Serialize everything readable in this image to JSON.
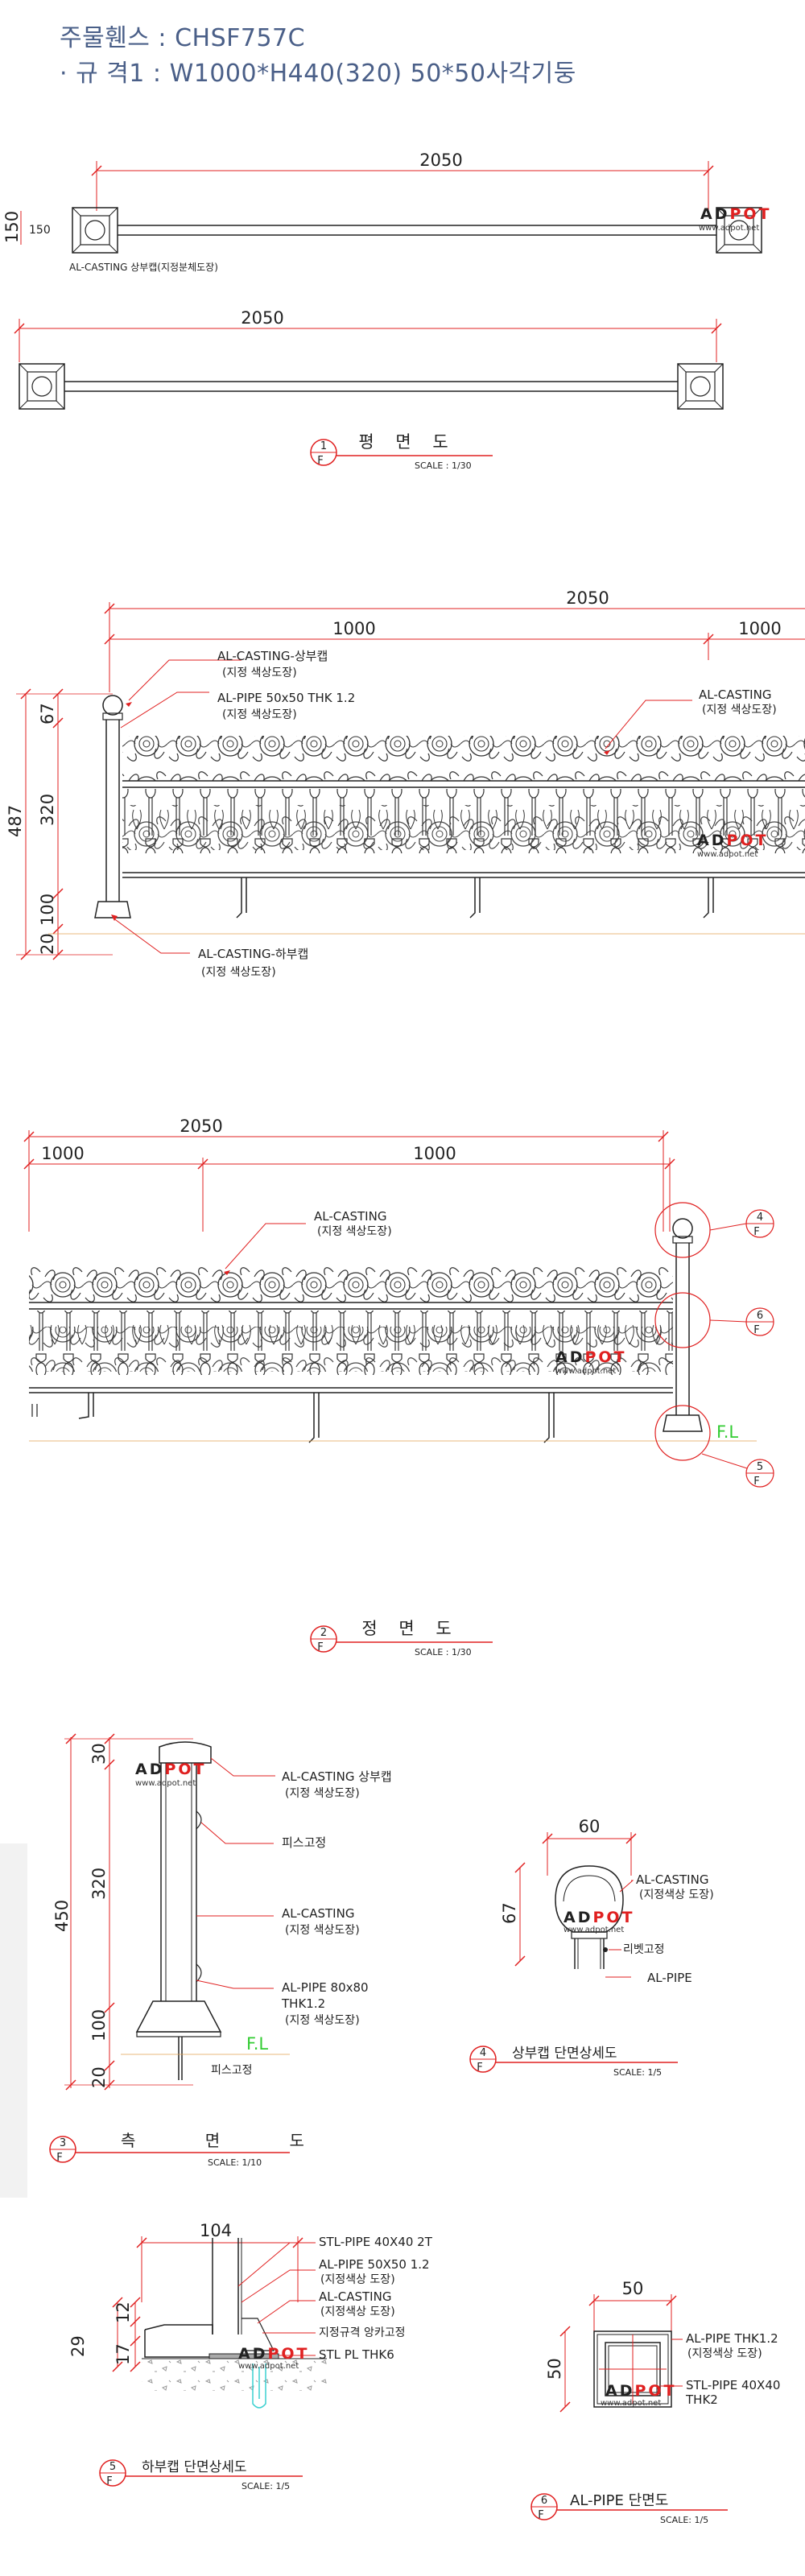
{
  "header": {
    "line1": "주물휀스 : CHSF757C",
    "line2": "· 규 격1 : W1000*H440(320) 50*50사각기둥"
  },
  "watermark": {
    "logo_a": "AD",
    "logo_b": "POT",
    "site": "www.adpot.net"
  },
  "plan": {
    "dim_top": "2050",
    "dim_side": "150",
    "dim_side2": "150",
    "dim_bottom": "2050",
    "callout_text": "AL-CASTING 상부캡(지정분체도장)",
    "title": "평 면 도",
    "tag_num": "1",
    "tag_f": "F",
    "scale": "SCALE : 1/30"
  },
  "elev1": {
    "dim_total": "2050",
    "dim_span": "1000",
    "dim_span2": "1000",
    "dim_height": "487",
    "dim_67": "67",
    "dim_320": "320",
    "dim_100": "100",
    "dim_20": "20",
    "c1": "AL-CASTING-상부캡",
    "c1s": "(지정 색상도장)",
    "c2": "AL-PIPE 50x50 THK 1.2",
    "c2s": "(지정 색상도장)",
    "c3": "AL-CASTING",
    "c3s": "(지정 색상도장)",
    "c4": "AL-CASTING-하부캡",
    "c4s": "(지정 색상도장)"
  },
  "elev2": {
    "dim_total": "2050",
    "dim_span": "1000",
    "dim_span2": "1000",
    "c1": "AL-CASTING",
    "c1s": "(지정 색상도장)",
    "fl": "F.L",
    "tag4": "4",
    "tag6": "6",
    "tag5": "5",
    "tag_f": "F",
    "title": "정 면 도",
    "tag_num": "2",
    "scale": "SCALE : 1/30"
  },
  "side": {
    "dim_450": "450",
    "dim_30": "30",
    "dim_320": "320",
    "dim_100": "100",
    "dim_20": "20",
    "c1": "AL-CASTING 상부캡",
    "c1s": "(지정 색상도장)",
    "c2": "피스고정",
    "c3": "AL-CASTING",
    "c3s": "(지정 색상도장)",
    "c4": "AL-PIPE 80x80",
    "c4b": "THK1.2",
    "c4s": "(지정 색상도장)",
    "fl": "F.L",
    "c5": "피스고정",
    "title": "측 면 도",
    "tag_num": "3",
    "tag_f": "F",
    "scale": "SCALE: 1/10"
  },
  "cap": {
    "dim_60": "60",
    "dim_67": "67",
    "c1": "AL-CASTING",
    "c1s": "(지정색상 도장)",
    "c2": "리벳고정",
    "c3": "AL-PIPE",
    "title": "상부캡 단면상세도",
    "tag_num": "4",
    "tag_f": "F",
    "scale": "SCALE: 1/5"
  },
  "base": {
    "dim_104": "104",
    "dim_12": "12",
    "dim_29": "29",
    "dim_17": "17",
    "c1": "STL-PIPE 40X40 2T",
    "c2": "AL-PIPE 50X50 1.2",
    "c2s": "(지정색상 도장)",
    "c3": "AL-CASTING",
    "c3s": "(지정색상 도장)",
    "c4": "지정규격 앙카고정",
    "c5": "STL PL THK6",
    "title": "하부캡 단면상세도",
    "tag_num": "5",
    "tag_f": "F",
    "scale": "SCALE: 1/5"
  },
  "pipe": {
    "dim_50": "50",
    "dim_50b": "50",
    "c1": "AL-PIPE THK1.2",
    "c1s": "(지정색상 도장)",
    "c2": "STL-PIPE 40X40",
    "c2b": "THK2",
    "title": "AL-PIPE 단면도",
    "tag_num": "6",
    "tag_f": "F",
    "scale": "SCALE: 1/5"
  }
}
